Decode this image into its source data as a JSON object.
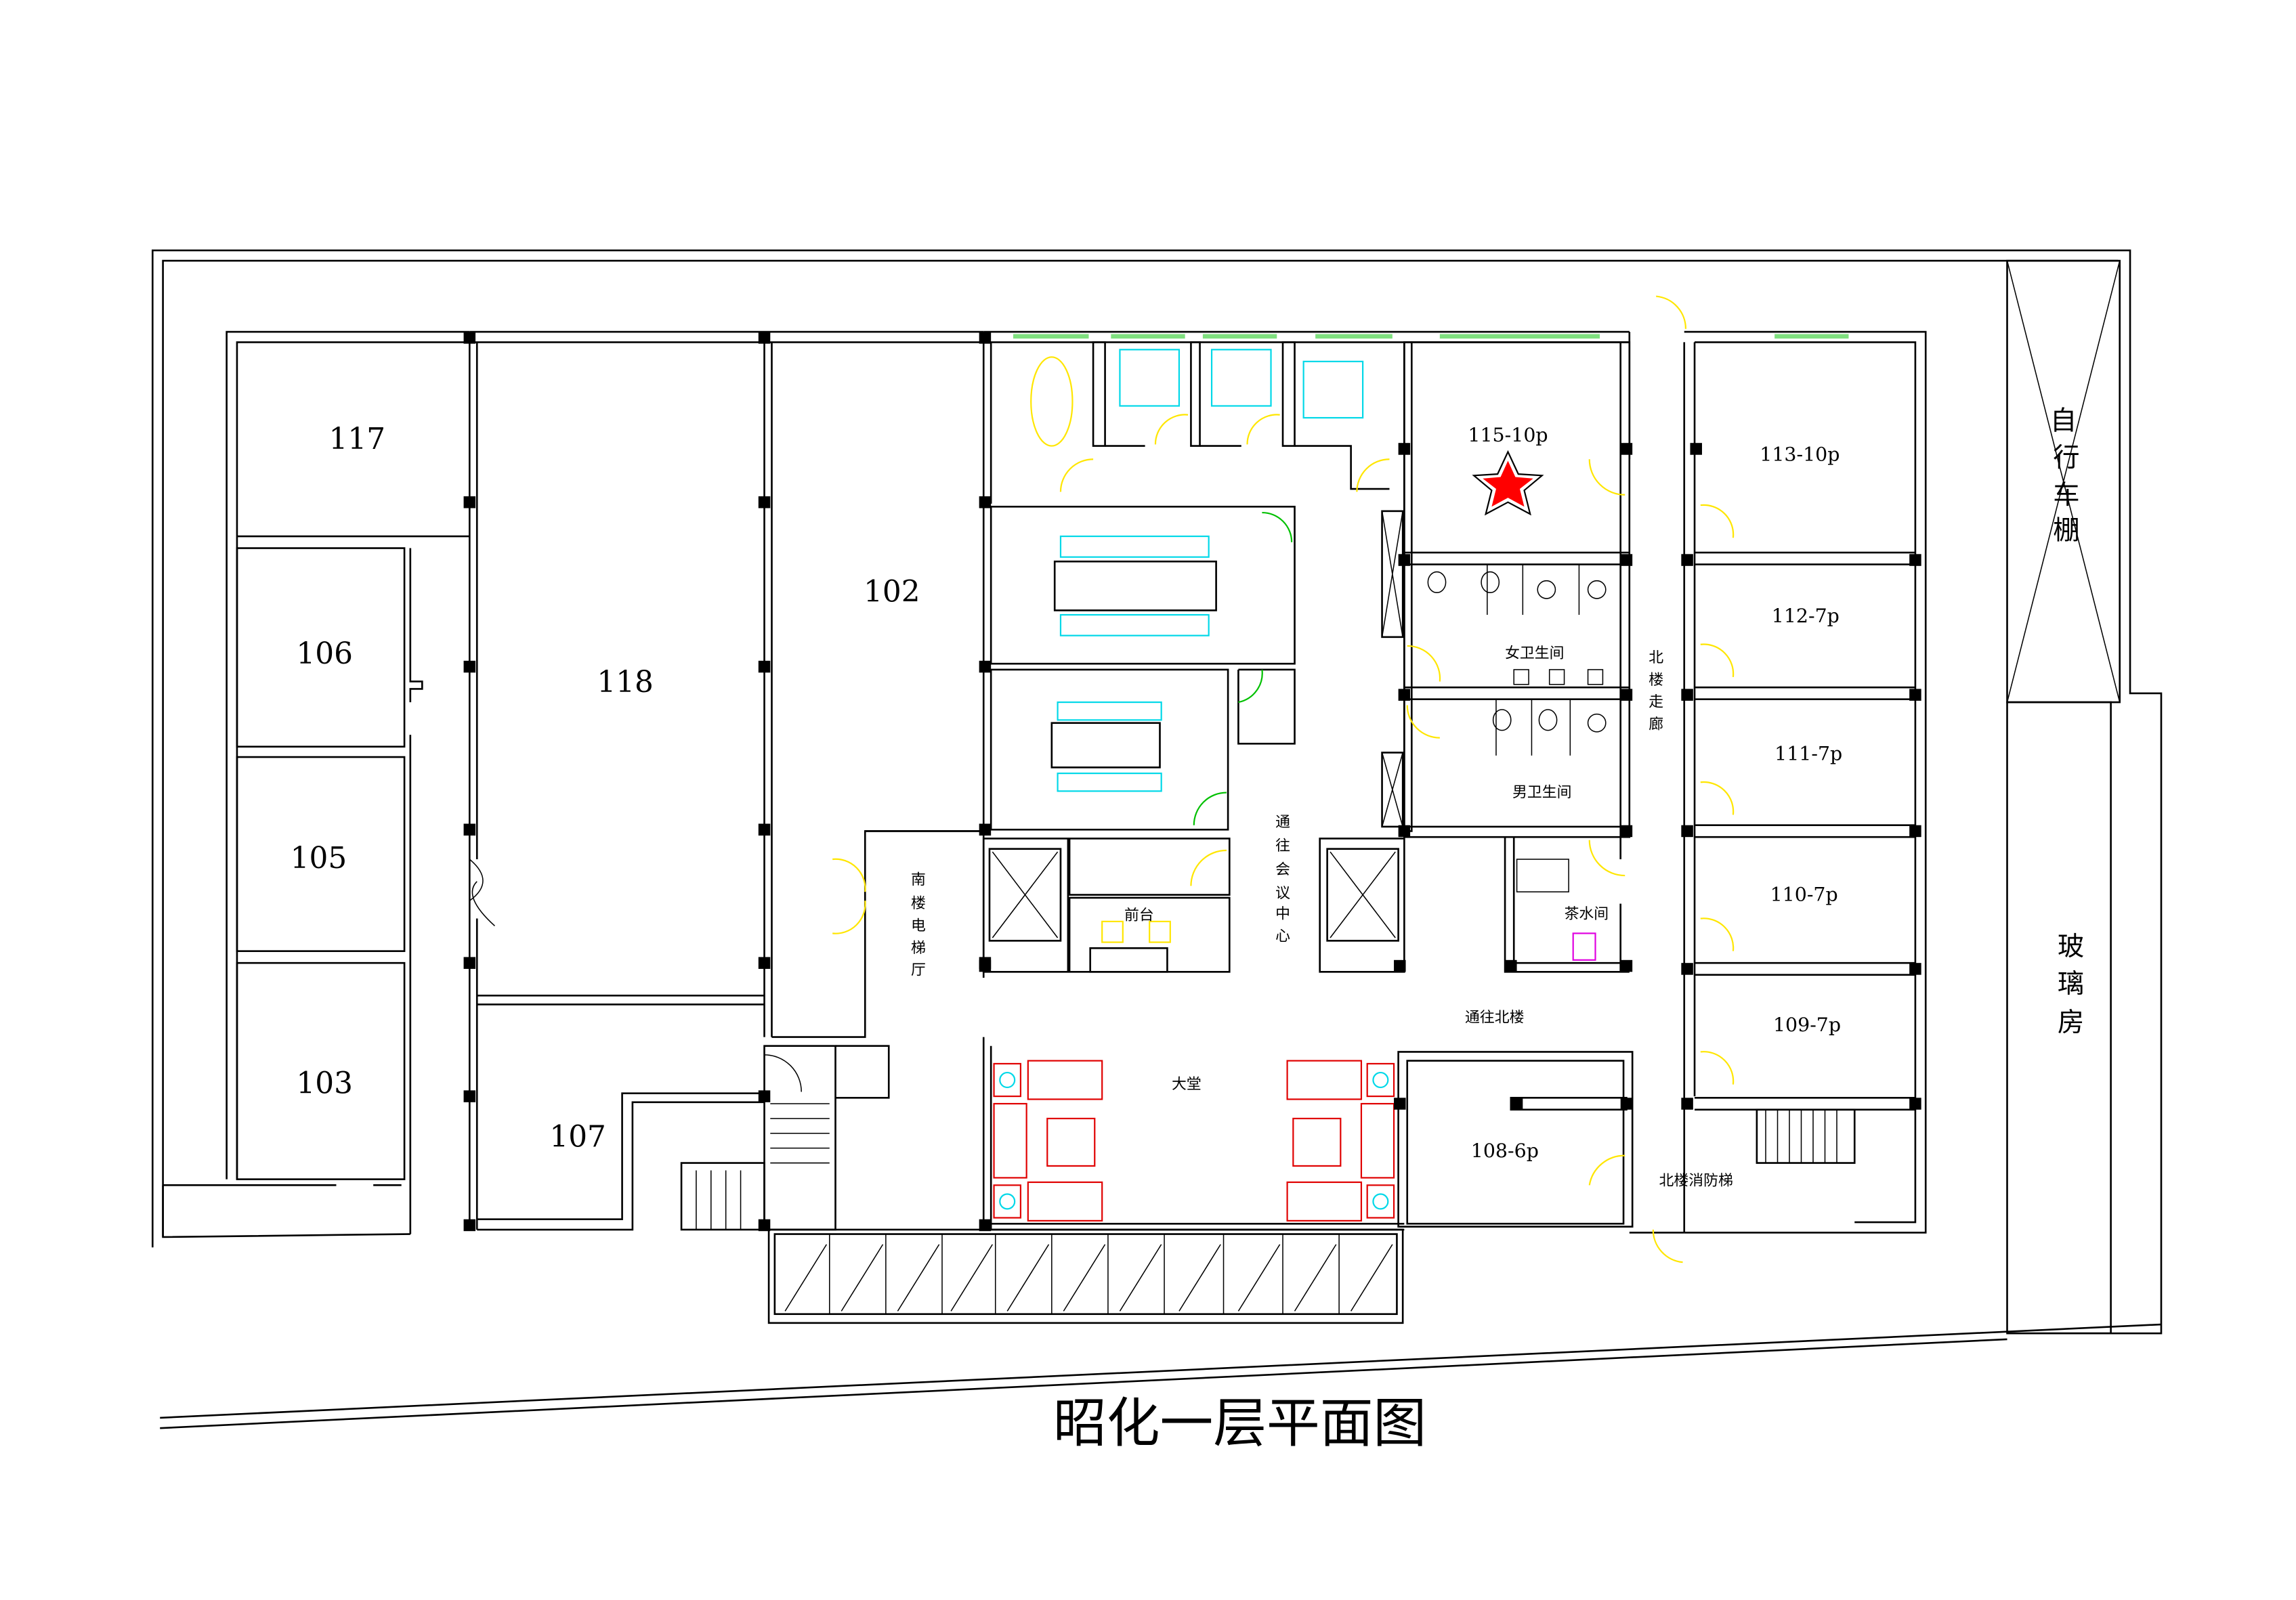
{
  "title": "昭化一层平面图",
  "rooms": {
    "r117": "117",
    "r106": "106",
    "r105": "105",
    "r103": "103",
    "r118": "118",
    "r107": "107",
    "r102": "102",
    "r115": "115-10p",
    "r113": "113-10p",
    "r112": "112-7p",
    "r111": "111-7p",
    "r110": "110-7p",
    "r109": "109-7p",
    "r108": "108-6p"
  },
  "areas": {
    "womens_restroom": "女卫生间",
    "mens_restroom": "男卫生间",
    "north_corridor": [
      "北",
      "楼",
      "走",
      "廊"
    ],
    "tea_room": "茶水间",
    "to_conference": [
      "通",
      "往",
      "会",
      "议",
      "中",
      "心"
    ],
    "south_elevator_hall": [
      "南",
      "楼",
      "电",
      "梯",
      "厅"
    ],
    "reception": "前台",
    "to_north_building": "通往北楼",
    "lobby": "大堂",
    "north_fire_stairs": "北楼消防梯",
    "bike_shed": [
      "自",
      "行",
      "车",
      "棚"
    ],
    "glass_house": [
      "玻",
      "璃",
      "房"
    ]
  },
  "colors": {
    "highlight_star": "#ff0000",
    "door": "#ffe600",
    "furniture": "#e00000",
    "fixture": "#00d8e8"
  }
}
